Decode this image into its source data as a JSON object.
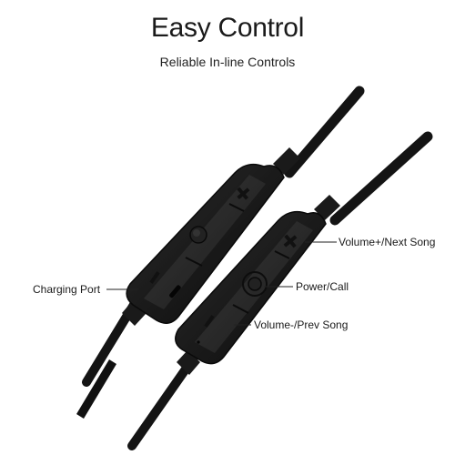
{
  "heading": {
    "title": "Easy Control",
    "subtitle": "Reliable In-line Controls"
  },
  "callouts": {
    "charging_port": "Charging Port",
    "volume_up": "Volume+/Next Song",
    "power": "Power/Call",
    "volume_down": "Volume-/Prev Song"
  },
  "colors": {
    "background": "#ffffff",
    "cable": "#151515",
    "remote_body": "#1c1c1c",
    "button_face": "#2a2a2a",
    "text": "#1a1a1a"
  },
  "icons": [
    "plus-icon",
    "minus-icon",
    "power-button-icon"
  ]
}
